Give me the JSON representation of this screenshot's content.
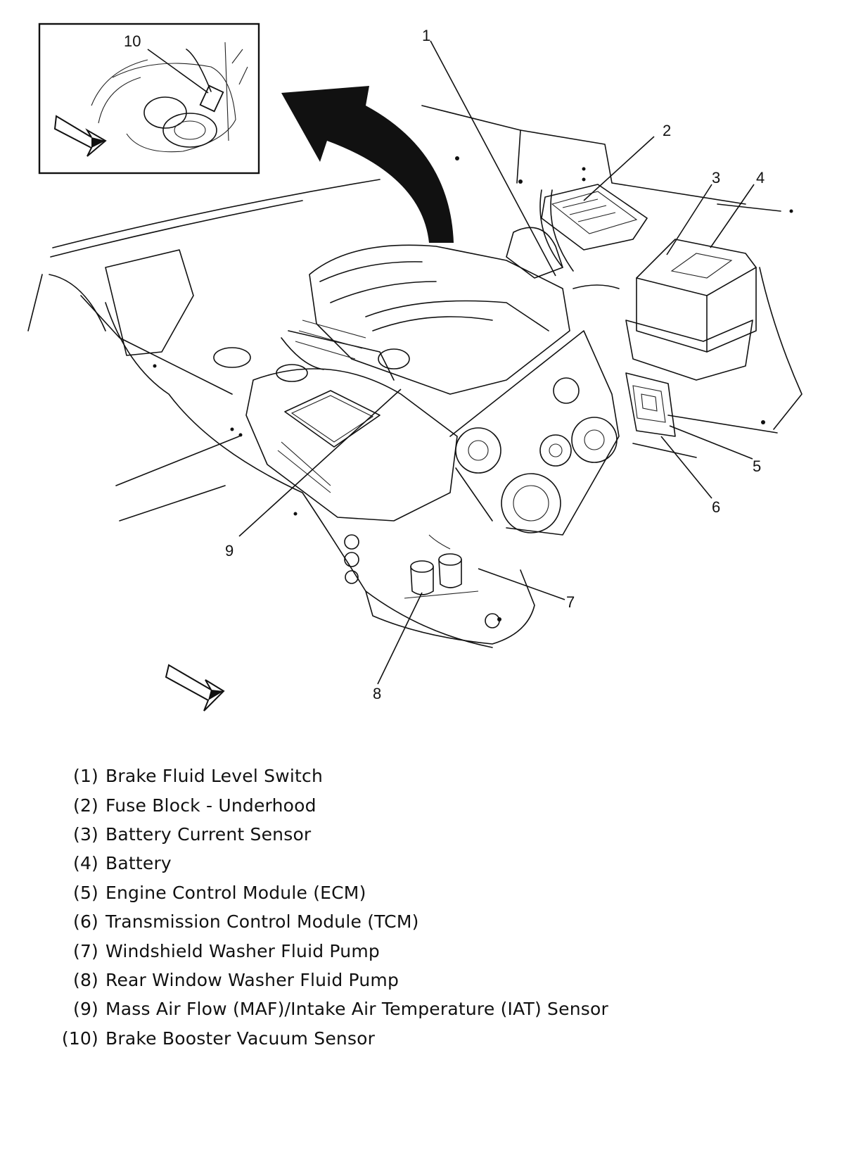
{
  "callouts": [
    {
      "id": "1",
      "text": "1"
    },
    {
      "id": "2",
      "text": "2"
    },
    {
      "id": "3",
      "text": "3"
    },
    {
      "id": "4",
      "text": "4"
    },
    {
      "id": "5",
      "text": "5"
    },
    {
      "id": "6",
      "text": "6"
    },
    {
      "id": "7",
      "text": "7"
    },
    {
      "id": "8",
      "text": "8"
    },
    {
      "id": "9",
      "text": "9"
    },
    {
      "id": "10",
      "text": "10"
    }
  ],
  "legend": [
    {
      "num": "(1)",
      "label": "Brake Fluid Level Switch"
    },
    {
      "num": "(2)",
      "label": "Fuse Block - Underhood"
    },
    {
      "num": "(3)",
      "label": "Battery Current Sensor"
    },
    {
      "num": "(4)",
      "label": "Battery"
    },
    {
      "num": "(5)",
      "label": "Engine Control Module (ECM)"
    },
    {
      "num": "(6)",
      "label": "Transmission Control Module (TCM)"
    },
    {
      "num": "(7)",
      "label": "Windshield Washer Fluid Pump"
    },
    {
      "num": "(8)",
      "label": "Rear Window Washer Fluid Pump"
    },
    {
      "num": "(9)",
      "label": "Mass Air Flow (MAF)/Intake Air Temperature (IAT) Sensor"
    },
    {
      "num": "(10)",
      "label": "Brake Booster Vacuum Sensor"
    }
  ]
}
